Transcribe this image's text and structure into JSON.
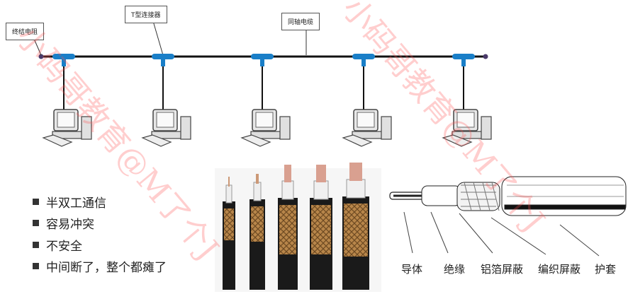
{
  "labels": {
    "terminator": "终结电阻",
    "t_connector": "T型连接器",
    "coax_cable": "同轴电缆"
  },
  "bullets": [
    "半双工通信",
    "容易冲突",
    "不安全",
    "中间断了，整个都瘫了"
  ],
  "cable_parts": [
    "导体",
    "绝缘",
    "铝箔屏蔽",
    "编织屏蔽",
    "护套"
  ],
  "watermark": "小码哥教育@M了个J",
  "colors": {
    "connector": "#1a7fc8",
    "bus": "#111111",
    "braid": "#b8864a",
    "jacket": "#1a1a1a"
  }
}
